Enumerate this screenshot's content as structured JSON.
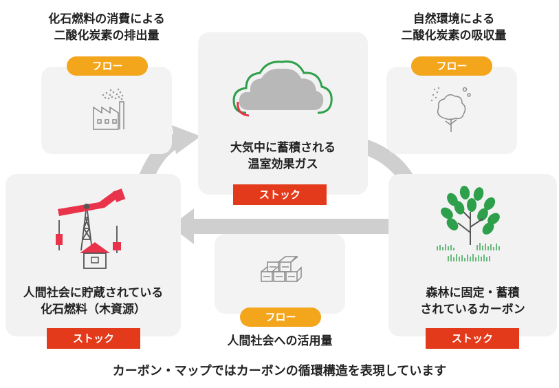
{
  "caption": "カーボン・マップではカーボンの循環構造を表現しています",
  "flows": {
    "emission": {
      "title_line1": "化石燃料の消費による",
      "title_line2": "二酸化炭素の排出量",
      "badge": "フロー",
      "icon": "factory-smoke-icon"
    },
    "absorption": {
      "title_line1": "自然環境による",
      "title_line2": "二酸化炭素の吸収量",
      "badge": "フロー",
      "icon": "tree-absorbing-icon"
    },
    "utilization": {
      "title": "人間社会への活用量",
      "badge": "フロー",
      "icon": "lumber-icon"
    }
  },
  "stocks": {
    "atmosphere": {
      "line1": "大気中に蓄積される",
      "line2": "温室効果ガス",
      "badge": "ストック",
      "icon": "cloud-icon"
    },
    "society": {
      "line1": "人間社会に貯蔵されている",
      "line2": "化石燃料（木資源）",
      "badge": "ストック",
      "icon": "oil-pump-house-icon"
    },
    "forest": {
      "line1": "森林に固定・蓄積",
      "line2": "されているカーボン",
      "badge": "ストック",
      "icon": "forest-tree-icon"
    }
  },
  "colors": {
    "stock_badge": "#e43a1c",
    "flow_badge": "#f3a51c",
    "card": "#f2f2f2",
    "arrow": "#cfcfcf",
    "accent_green": "#2e9f4a",
    "accent_red": "#e8334a"
  }
}
